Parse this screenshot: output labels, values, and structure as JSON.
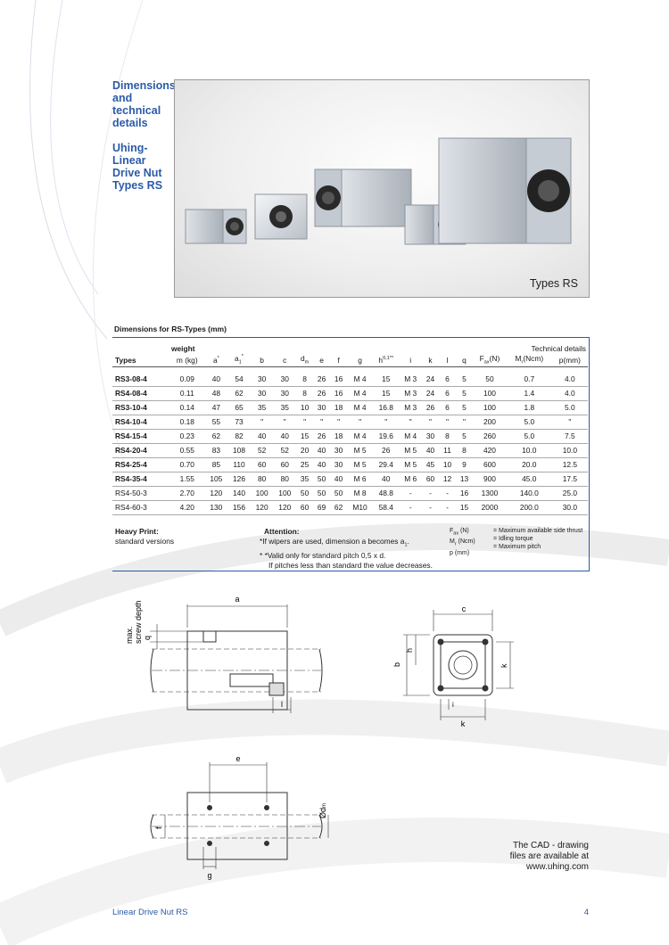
{
  "side_title": {
    "line1": "Dimensions",
    "line2": "and",
    "line3": "technical",
    "line4": "details",
    "line5": "Uhing-",
    "line6": "Linear",
    "line7": "Drive Nut",
    "line8": "Types RS"
  },
  "photo": {
    "caption": "Types RS"
  },
  "table": {
    "title": "Dimensions for RS-Types (mm)",
    "header1": {
      "weight": "weight",
      "technical": "Technical details"
    },
    "header2": {
      "types": "Types",
      "m": "m (kg)",
      "a": "a",
      "a_sup": "*",
      "a1": "a",
      "a1_sub": "1",
      "a1_sup": "*",
      "b": "b",
      "c": "c",
      "dm": "d",
      "dm_sub": "m",
      "e": "e",
      "f": "f",
      "g": "g",
      "h": "h",
      "h_sup": "0,1**",
      "i": "i",
      "k": "k",
      "l": "l",
      "q": "q",
      "fax": "F",
      "fax_sub": "ax",
      "fax_unit": "(N)",
      "mr": "M",
      "mr_sub": "r",
      "mr_unit": "(Ncm)",
      "p": "p(mm)"
    },
    "rows": [
      {
        "bold": true,
        "cells": [
          "RS3-08-4",
          "0.09",
          "40",
          "54",
          "30",
          "30",
          "8",
          "26",
          "16",
          "M 4",
          "15",
          "M 3",
          "24",
          "6",
          "5",
          "50",
          "0.7",
          "4.0"
        ]
      },
      {
        "bold": true,
        "cells": [
          "RS4-08-4",
          "0.11",
          "48",
          "62",
          "30",
          "30",
          "8",
          "26",
          "16",
          "M 4",
          "15",
          "M 3",
          "24",
          "6",
          "5",
          "100",
          "1.4",
          "4.0"
        ]
      },
      {
        "bold": true,
        "cells": [
          "RS3-10-4",
          "0.14",
          "47",
          "65",
          "35",
          "35",
          "10",
          "30",
          "18",
          "M 4",
          "16.8",
          "M 3",
          "26",
          "6",
          "5",
          "100",
          "1.8",
          "5.0"
        ]
      },
      {
        "bold": true,
        "cells": [
          "RS4-10-4",
          "0.18",
          "55",
          "73",
          "\"",
          "\"",
          "\"",
          "\"",
          "\"",
          "\"",
          "\"",
          "\"",
          "\"",
          "\"",
          "\"",
          "200",
          "5.0",
          "\""
        ]
      },
      {
        "bold": true,
        "cells": [
          "RS4-15-4",
          "0.23",
          "62",
          "82",
          "40",
          "40",
          "15",
          "26",
          "18",
          "M 4",
          "19.6",
          "M 4",
          "30",
          "8",
          "5",
          "260",
          "5.0",
          "7.5"
        ]
      },
      {
        "bold": true,
        "cells": [
          "RS4-20-4",
          "0.55",
          "83",
          "108",
          "52",
          "52",
          "20",
          "40",
          "30",
          "M 5",
          "26",
          "M 5",
          "40",
          "11",
          "8",
          "420",
          "10.0",
          "10.0"
        ]
      },
      {
        "bold": true,
        "cells": [
          "RS4-25-4",
          "0.70",
          "85",
          "110",
          "60",
          "60",
          "25",
          "40",
          "30",
          "M 5",
          "29.4",
          "M 5",
          "45",
          "10",
          "9",
          "600",
          "20.0",
          "12.5"
        ]
      },
      {
        "bold": true,
        "cells": [
          "RS4-35-4",
          "1.55",
          "105",
          "126",
          "80",
          "80",
          "35",
          "50",
          "40",
          "M 6",
          "40",
          "M 6",
          "60",
          "12",
          "13",
          "900",
          "45.0",
          "17.5"
        ]
      },
      {
        "bold": false,
        "cells": [
          "RS4-50-3",
          "2.70",
          "120",
          "140",
          "100",
          "100",
          "50",
          "50",
          "50",
          "M 8",
          "48.8",
          "-",
          "-",
          "-",
          "16",
          "1300",
          "140.0",
          "25.0"
        ]
      },
      {
        "bold": false,
        "cells": [
          "RS4-60-3",
          "4.20",
          "130",
          "156",
          "120",
          "120",
          "60",
          "69",
          "62",
          "M10",
          "58.4",
          "-",
          "-",
          "-",
          "15",
          "2000",
          "200.0",
          "30.0"
        ]
      }
    ],
    "notes": {
      "heavy_title": "Heavy Print:",
      "heavy_text": "standard versions",
      "attention_title": "Attention:",
      "attention_line1": "*If wipers are used, dimension a becomes a",
      "attention_line1_sub": "1",
      "attention_line1_end": ".",
      "attention_line2": "* *Valid only for standard pitch 0,5 x d.",
      "attention_line3": "If pitches less than standard the value decreases.",
      "legend": [
        {
          "sym": "F",
          "sub": "ax",
          "unit": " (N)",
          "desc": "= Maximum available side thrust"
        },
        {
          "sym": "M",
          "sub": "r",
          "unit": " (Ncm)",
          "desc": "= Idling torque"
        },
        {
          "sym": "p",
          "sub": "",
          "unit": " (mm)",
          "desc": "= Maximum pitch"
        }
      ]
    }
  },
  "drawings": {
    "top_view": {
      "a": "a",
      "q": "q",
      "max_label": "max.",
      "depth_label": "screw depth",
      "l": "l"
    },
    "end_view": {
      "c": "c",
      "h": "h",
      "b": "b",
      "k_right": "k",
      "i": "i",
      "k_bottom": "k"
    },
    "bottom_view": {
      "e": "e",
      "f": "f",
      "g": "g",
      "dm": "Ød",
      "dm_sub": "m"
    }
  },
  "cad_note": {
    "line1": "The CAD - drawing",
    "line2": "files are available at",
    "line3": "www.uhing.com"
  },
  "footer": {
    "left": "Linear Drive Nut RS",
    "page": "4"
  },
  "colors": {
    "accent": "#2b5ba8",
    "table_border": "#2b5ba8"
  }
}
